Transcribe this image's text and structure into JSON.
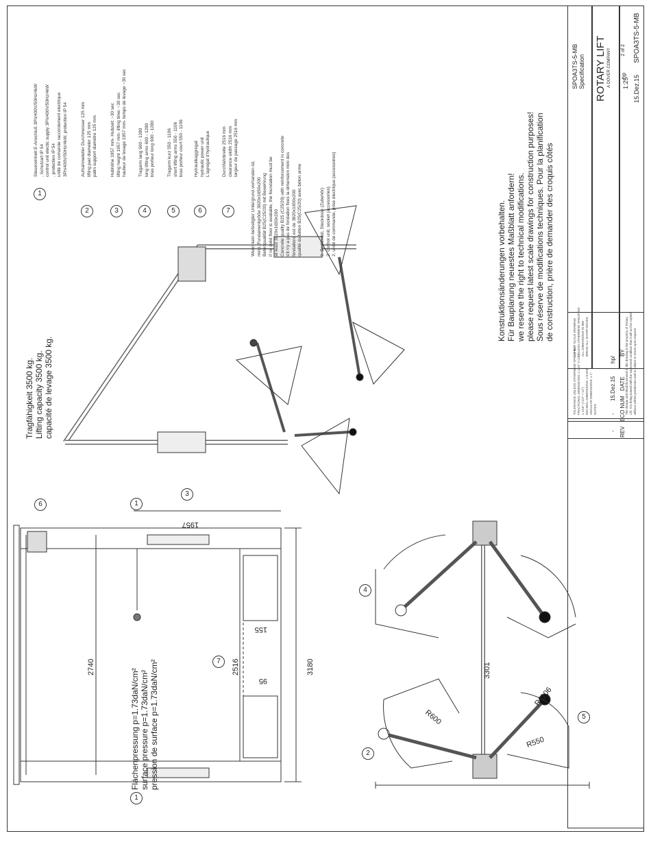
{
  "capacity": {
    "de": "Tragfähigkeit 3500 kg.",
    "en": "Lifting capacity 3500 kg.",
    "fr": "capacité de levage 3500 kg."
  },
  "pressure": {
    "de": "Flächenpressung   p=1.73daN/cm²",
    "en": "surface pressure   p=1.73daN/cm²",
    "fr": "pression de surface  p=1.73daN/cm²"
  },
  "construction_note": [
    "Konstruktionsänderungen vorbehalten.",
    "Für Bauplanung neuestes Maßblatt anfordern!",
    "we reserve the right to technical modifications.",
    "please request latest scale drawings for construction purposes!",
    "Sous réserve de modifications techniques. Pour la planification",
    "de construction, prière de demander des croquis côtés"
  ],
  "legend": [
    {
      "num": "1",
      "lines": [
        "Steuereinheit E-Anschluß 3Ph/400V/50Hz/4kW",
        ", Schutzart IP 54",
        "control unit electic supply 3Ph/400V/50Hz/4kW",
        ", protection IP 54",
        "unité de comande raccordement electrique",
        "3Ph/400V/50Hz/4kW, protection IP 54"
      ]
    },
    {
      "num": "2",
      "lines": [
        "Aufnahmeteller Durchmesser 125 mm",
        "lifting pad diameter 125 mm",
        "patin support diamètre 125 mm"
      ]
    },
    {
      "num": "3",
      "lines": [
        "Hubhöhe 1957 mm- Hubzeit: ~30 sec",
        "lifting height 1957 mm- lifting time: ~30 sec",
        "hauteur de levage 1957 mm- temps de levage ~30 sec"
      ]
    },
    {
      "num": "4",
      "lines": [
        "Tragarm lang 600 - 1280",
        "long lifting arms 600 - 1280",
        "bras porteur long 600 - 1280"
      ]
    },
    {
      "num": "5",
      "lines": [
        "Tragarm kurz 550 - 1106",
        "short lifting arms 550 - 1106",
        "bras porteur court 550 - 1106"
      ]
    },
    {
      "num": "6",
      "lines": [
        "Hydraulikaggregat",
        "hydraulic power unit",
        "L'agregat d'hydraulique"
      ]
    },
    {
      "num": "7",
      "lines": [
        "Durchfahrbreite 2516 mm",
        "clearance width 2516 mm",
        "largeur de passage 2516 mm"
      ]
    }
  ],
  "foundation_note": [
    "Wenn kein befestigter Untergrund vorhanden ist,",
    "mind. Fundamentgröße 3820x1650x200",
    "Betonqualität B25(C25/20) mit Bewehrung",
    "if no solid floor is available, the foundation must be",
    "at least 3820x1650x200",
    "Concrete quality B25  (C25/20) with reinforcement in concrete",
    "s'il n'y a pas de fondation fixes la dimension mini des",
    "fondations est de 3820x1650x200",
    "qualité du béton B25(C25/20) avec béton arme"
  ],
  "accessories_note": [
    "2. Bedienteil, Steckdose  (Zubehör)",
    "2. control unit, socket  (accessories)",
    "2. unité de commande, prise électrique (accessoires)"
  ],
  "dimensions": {
    "lift_height": "1957",
    "inner_width": "2740",
    "clearance": "2516",
    "outer_width": "3180",
    "top_depth": "3301",
    "d155": "155",
    "d95": "95",
    "r_short": "R550",
    "r_long": "R600",
    "r_max": "R1106"
  },
  "callouts": {
    "c1": "1",
    "c2": "2",
    "c3": "3",
    "c4": "4",
    "c5": "5",
    "c6": "6",
    "c7": "7"
  },
  "title_block": {
    "drawing_no": "SPOA3TS-5-MB",
    "doc_type": "Specification",
    "company": "ROTARY LIFT",
    "company_sub": "A DOVER COMPANY",
    "scale": "1:25",
    "sheet": "2 of 2",
    "date": "15.Dez.15",
    "drawn_by": "hp",
    "rev_header": "REV",
    "eco_header": "ECO NUM",
    "date_header": "DATE",
    "by_header": "BY",
    "rev_row_rev": "-",
    "rev_row_eco": "-",
    "rev_row_date": "15.Dez.15",
    "rev_row_by": "hp/",
    "tolerance_lines": [
      "TOLERANCE UNLESS OTHERWISE SPECIFIED",
      "FRACTIONAL DIMENSIONS: ± 1/32\" (<1/2\")",
      "± 1/16\" (>1/2\" < 12\")",
      "DECIMAL DIMENSIONS: ± 0.010\"",
      "ANGULAR DIMENSIONS: ± 1°",
      "NOTES:"
    ],
    "no_scale": "DO NOT SCALE DRAWING",
    "unless_lines": [
      "UNLESS OTHERWISE SPECIFIED:",
      "ALL DIMENSIONS IN MM",
      "BREAK ALL SHARP EDGES"
    ],
    "proprietary": "The design and detail illustrated in this drawing is the property of Rotary Lift. It is being loaned with the expressed condition that it will not be copied without written permission and is subject to return upon request."
  }
}
